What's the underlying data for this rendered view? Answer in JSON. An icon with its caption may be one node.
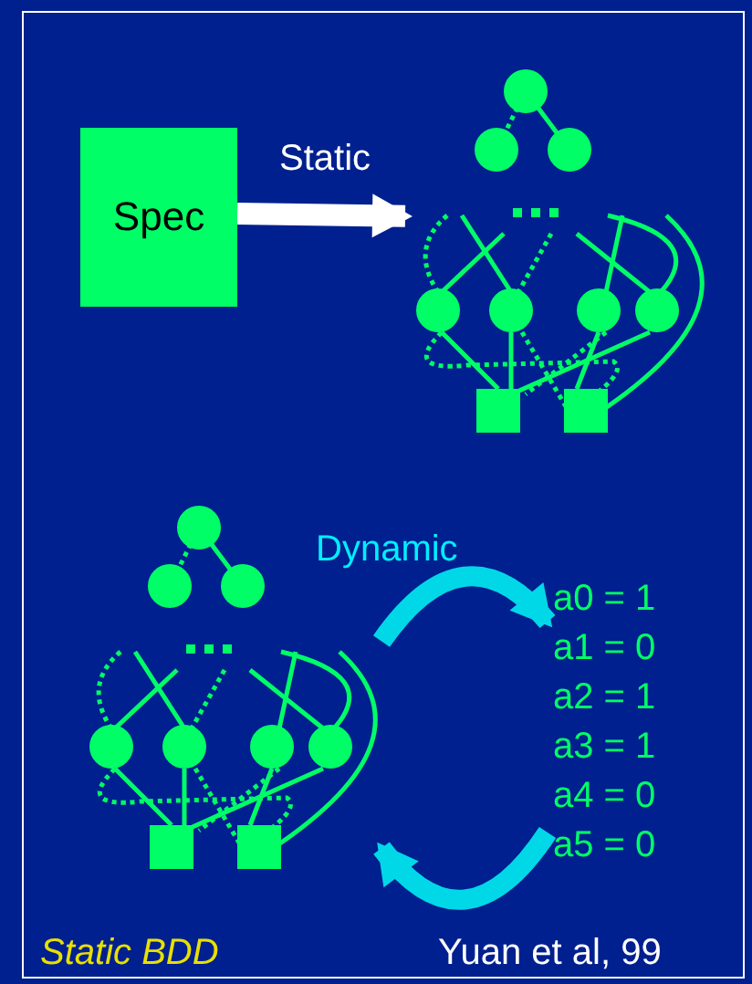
{
  "diagram": {
    "nodes": [
      {
        "text": [
          "Spec"
        ]
      },
      {
        "text": [],
        "shape": "graph"
      },
      {
        "text": [],
        "shape": "graph"
      },
      {
        "text": [
          "a0 = 1",
          "a1 = 0",
          "a2 = 1",
          "a3 = 1",
          "a4 = 0",
          "a5 = 0"
        ]
      }
    ],
    "edges": [
      {
        "from": 0,
        "to": 1,
        "arrow": "to",
        "label": "Static",
        "color": "#ffffff"
      },
      {
        "from": 2,
        "to": 3,
        "arrow": "to",
        "label": "Dynamic"
      },
      {
        "from": 3,
        "to": 2,
        "arrow": "to"
      }
    ],
    "labels": [
      "Static BDD",
      "Yuan et al, 99"
    ]
  }
}
